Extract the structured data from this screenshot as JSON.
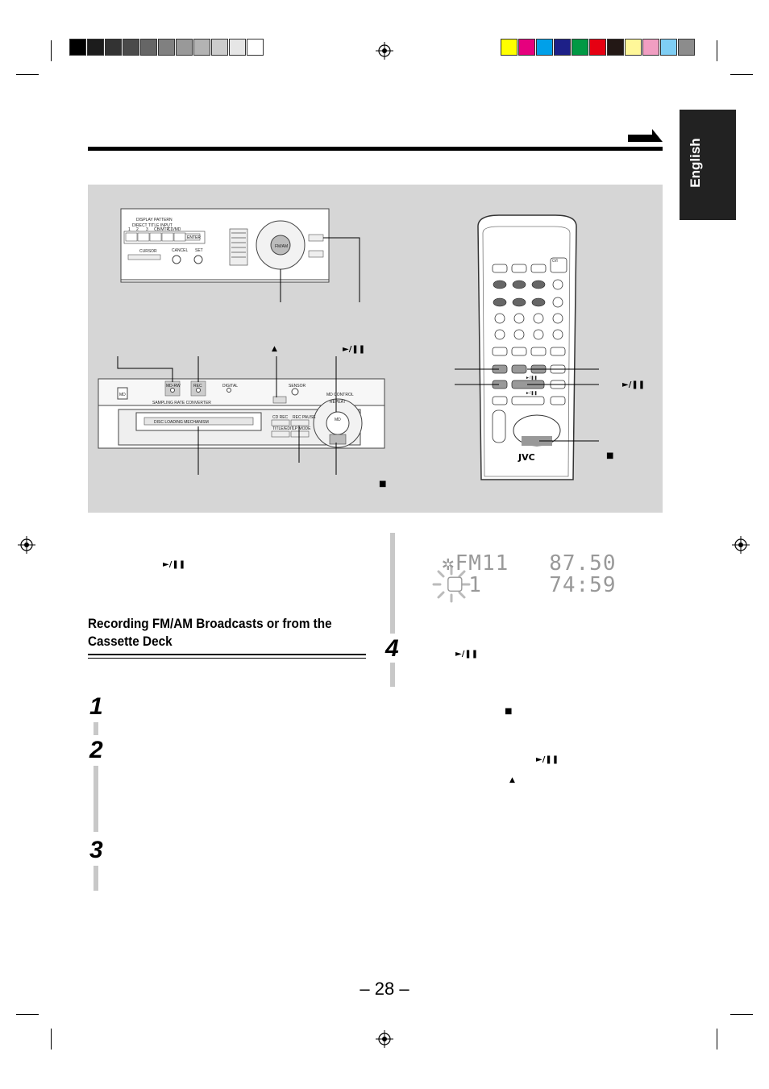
{
  "color_bar": {
    "grays": [
      "#000000",
      "#1c1c1c",
      "#333333",
      "#4a4a4a",
      "#666666",
      "#808080",
      "#999999",
      "#b3b3b3",
      "#cccccc",
      "#e6e6e6",
      "#ffffff"
    ],
    "colors": [
      "#ffff00",
      "#e6007e",
      "#00a0e9",
      "#1d2088",
      "#009944",
      "#e60012",
      "#231815",
      "#fff799",
      "#f19ec2",
      "#7fcef4",
      "#8c8c8c"
    ]
  },
  "sidebar": {
    "language": "English"
  },
  "illustration": {
    "front_panel": {
      "fm_am_label": "FM/AM",
      "display_pattern_label": "DISPLAY PATTERN",
      "direct_title_input_label": "DIRECT TITLE INPUT",
      "cursor_label": "CURSOR",
      "cancel_label": "CANCEL",
      "set_label": "SET",
      "enter_label": "ENTER",
      "keys": [
        "1",
        "2",
        "3",
        "CB/MTR",
        "CD/MD"
      ]
    },
    "md_deck": {
      "md_logo": "MD",
      "sampling_label": "SAMPLING RATE CONVERTER",
      "slot_label": "DISC LOADING MECHANISM",
      "mdrw_label": "MD-RW",
      "rec_label": "REC",
      "digital_label": "DIGITAL",
      "sensor_label": "SENSOR",
      "md_control_label": "MD CONTROL",
      "repeat_label": "REPEAT",
      "md_play_label": "MD",
      "cd_rec_label": "CD REC",
      "rec_pause_label": "REC PAUSE",
      "title_edit_label": "TITLE/EDIT",
      "lp_mode_label": "LP MODE"
    },
    "callout_symbols": {
      "eject": "▲",
      "play_pause_1": "►/❚❚",
      "stop_1": "■",
      "remote_play_pause": "►/❚❚",
      "remote_stop": "■"
    },
    "remote": {
      "brand": "JVC",
      "play_label_1": "►/❚❚",
      "play_label_2": "►/❚❚",
      "power_label": "⏻/I"
    }
  },
  "left_column": {
    "intro_symbol": "►/❚❚",
    "section_title_line1": "Recording FM/AM Broadcasts or from the",
    "section_title_line2": "Cassette Deck",
    "steps": [
      "1",
      "2",
      "3"
    ]
  },
  "right_column": {
    "lcd_line1": "✲FM11   87.50",
    "lcd_line2": "  1     74:59",
    "lcd_highlight": "▢",
    "step4_number": "4",
    "step4_symbol": "►/❚❚",
    "stop_symbol": "■",
    "play_symbol": "►/❚❚",
    "eject_symbol": "▲"
  },
  "footer": {
    "page_number": "– 28 –"
  }
}
